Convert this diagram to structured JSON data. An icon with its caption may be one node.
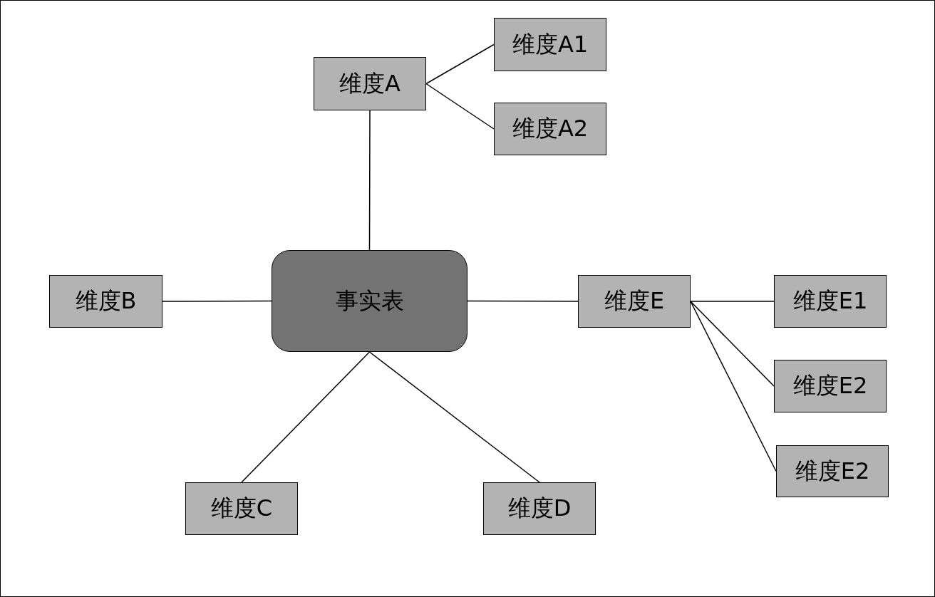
{
  "diagram": {
    "nodes": [
      {
        "text": [
          "事实表"
        ]
      },
      {
        "text": [
          "维度A"
        ]
      },
      {
        "text": [
          "维度A1"
        ]
      },
      {
        "text": [
          "维度A2"
        ]
      },
      {
        "text": [
          "维度B"
        ]
      },
      {
        "text": [
          "维度C"
        ]
      },
      {
        "text": [
          "维度D"
        ]
      },
      {
        "text": [
          "维度E"
        ]
      },
      {
        "text": [
          "维度E1"
        ]
      },
      {
        "text": [
          "维度E2"
        ]
      },
      {
        "text": [
          "维度E2"
        ]
      }
    ],
    "edges": [
      {
        "from": 0,
        "to": 1,
        "arrow": "none"
      },
      {
        "from": 1,
        "to": 2,
        "arrow": "none"
      },
      {
        "from": 1,
        "to": 3,
        "arrow": "none"
      },
      {
        "from": 0,
        "to": 4,
        "arrow": "none"
      },
      {
        "from": 0,
        "to": 5,
        "arrow": "none"
      },
      {
        "from": 0,
        "to": 6,
        "arrow": "none"
      },
      {
        "from": 0,
        "to": 7,
        "arrow": "none"
      },
      {
        "from": 7,
        "to": 8,
        "arrow": "none"
      },
      {
        "from": 7,
        "to": 9,
        "arrow": "none"
      },
      {
        "from": 7,
        "to": 10,
        "arrow": "none"
      }
    ]
  }
}
